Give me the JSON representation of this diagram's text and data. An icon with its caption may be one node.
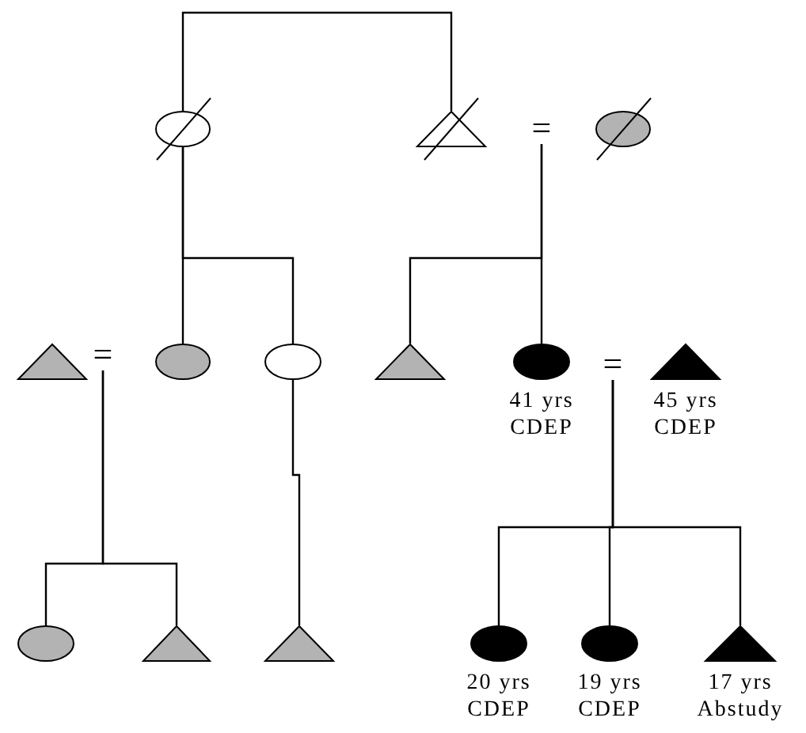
{
  "diagram": {
    "nodes": [
      {
        "text": [],
        "shape": "circle"
      },
      {
        "text": [],
        "shape": "triangle"
      },
      {
        "text": [
          "="
        ]
      },
      {
        "text": [],
        "shape": "circle"
      },
      {
        "text": [],
        "shape": "triangle"
      },
      {
        "text": [
          "="
        ]
      },
      {
        "text": [],
        "shape": "circle"
      },
      {
        "text": [],
        "shape": "circle"
      },
      {
        "text": [],
        "shape": "triangle"
      },
      {
        "text": [],
        "shape": "circle",
        "beside": [
          "41 yrs",
          "CDEP"
        ]
      },
      {
        "text": [
          "="
        ]
      },
      {
        "text": [],
        "shape": "triangle",
        "beside": [
          "45 yrs",
          "CDEP"
        ]
      },
      {
        "text": [],
        "shape": "circle"
      },
      {
        "text": [],
        "shape": "triangle"
      },
      {
        "text": [],
        "shape": "triangle"
      },
      {
        "text": [],
        "shape": "circle",
        "beside": [
          "20 yrs",
          "CDEP"
        ]
      },
      {
        "text": [],
        "shape": "circle",
        "beside": [
          "19 yrs",
          "CDEP"
        ]
      },
      {
        "text": [],
        "shape": "triangle",
        "beside": [
          "17 yrs",
          "Abstudy"
        ]
      }
    ],
    "edges": [
      {
        "from": 0,
        "to": 1,
        "arrow": "none"
      },
      {
        "from": 0,
        "to": 6,
        "arrow": "none"
      },
      {
        "from": 0,
        "to": 7,
        "arrow": "none"
      },
      {
        "from": 2,
        "to": 8,
        "arrow": "none"
      },
      {
        "from": 2,
        "to": 9,
        "arrow": "none"
      },
      {
        "from": 5,
        "to": 12,
        "arrow": "none"
      },
      {
        "from": 5,
        "to": 13,
        "arrow": "none"
      },
      {
        "from": 7,
        "to": 14,
        "arrow": "none"
      },
      {
        "from": 10,
        "to": 15,
        "arrow": "none"
      },
      {
        "from": 10,
        "to": 16,
        "arrow": "none"
      },
      {
        "from": 10,
        "to": 17,
        "arrow": "none"
      }
    ]
  }
}
